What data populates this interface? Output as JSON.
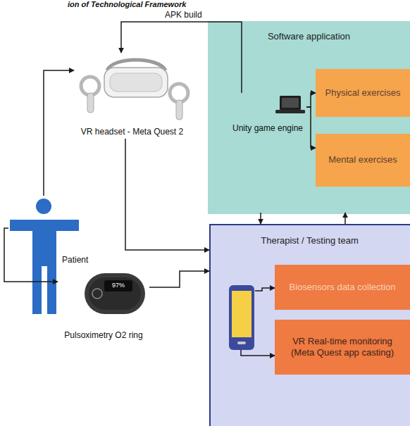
{
  "diagram": {
    "title": "ion of Technological Framework",
    "nodes": [
      {
        "text": [
          "VR headset - Meta Quest 2"
        ]
      },
      {
        "text": [
          "Software application"
        ]
      },
      {
        "text": [
          "Unity game engine"
        ],
        "in": 1
      },
      {
        "text": [
          "Physical exercises"
        ],
        "in": 1
      },
      {
        "text": [
          "Mental exercises"
        ],
        "in": 1
      },
      {
        "text": [
          "Patient"
        ]
      },
      {
        "text": [
          "Pulsoximetry O2 ring"
        ]
      },
      {
        "text": [
          "Therapist / Testing team"
        ]
      },
      {
        "text": [
          "Biosensors data collection"
        ],
        "in": 7
      },
      {
        "text": [
          "VR Real-time monitoring (Meta Quest app casting)"
        ],
        "in": 7
      }
    ],
    "edges": [
      {
        "from": 2,
        "to": 0,
        "label": "APK build",
        "arrow": "to"
      },
      {
        "from": 2,
        "to": 3,
        "arrow": "to"
      },
      {
        "from": 2,
        "to": 4,
        "arrow": "to"
      },
      {
        "from": 1,
        "to": 7,
        "arrow": "to"
      },
      {
        "from": 7,
        "to": 1,
        "arrow": "to"
      },
      {
        "from": 5,
        "to": 0,
        "arrow": "to"
      },
      {
        "from": 0,
        "to": 7,
        "arrow": "to"
      },
      {
        "from": 5,
        "to": 6,
        "arrow": "to"
      },
      {
        "from": 6,
        "to": 7,
        "arrow": "to"
      },
      {
        "from": 7,
        "to": 8,
        "arrow": "to"
      },
      {
        "from": 7,
        "to": 9,
        "arrow": "to"
      }
    ],
    "labels": [
      "97%"
    ]
  }
}
